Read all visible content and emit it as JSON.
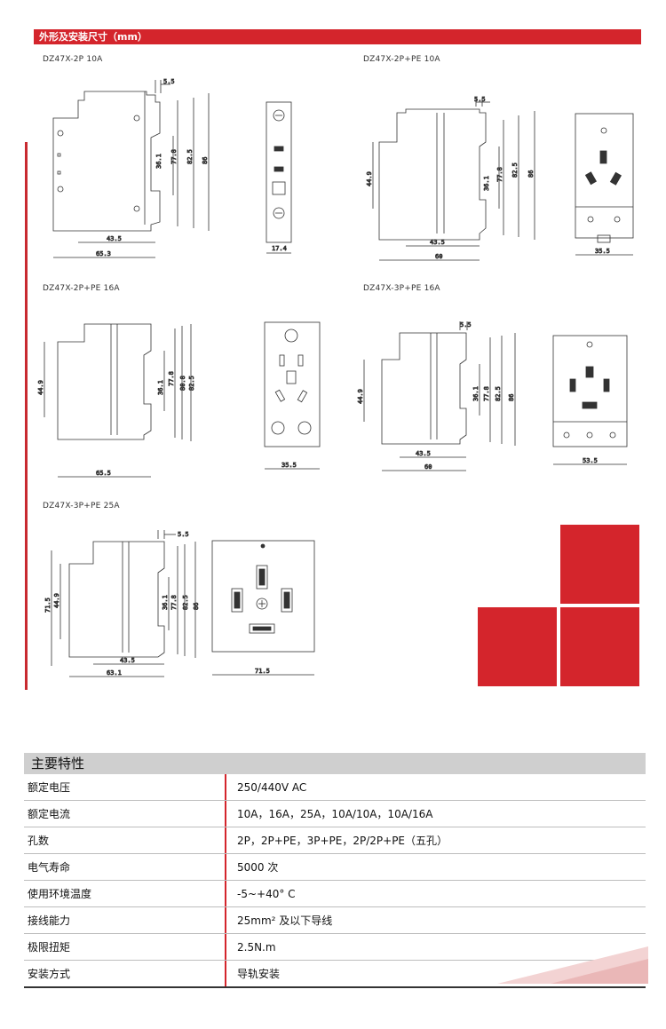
{
  "section_title": "外形及安装尺寸（mm）",
  "models": [
    {
      "id": "m1",
      "label": "DZ47X-2P   10A"
    },
    {
      "id": "m2",
      "label": "DZ47X-2P+PE   10A"
    },
    {
      "id": "m3",
      "label": "DZ47X-2P+PE   16A"
    },
    {
      "id": "m4",
      "label": "DZ47X-3P+PE   16A"
    },
    {
      "id": "m5",
      "label": "DZ47X-3P+PE   25A"
    }
  ],
  "dims": {
    "m1": {
      "top": "5.5",
      "a": "36.1",
      "b": "77.8",
      "c": "82.5",
      "d": "86",
      "w1": "43.5",
      "w2": "65.3",
      "front_w": "17.4"
    },
    "m2": {
      "top": "5.5",
      "h": "44.9",
      "a": "36.1",
      "b": "77.8",
      "c": "82.5",
      "d": "86",
      "w1": "43.5",
      "w2": "60",
      "front_w": "35.5"
    },
    "m3": {
      "h": "44.9",
      "a": "36.1",
      "b": "77.8",
      "c": "80.8",
      "d": "82.5",
      "w2": "65.5",
      "front_w": "35.5"
    },
    "m4": {
      "top": "5.5",
      "h": "44.9",
      "a": "36.1",
      "b": "77.8",
      "c": "82.5",
      "d": "86",
      "w1": "43.5",
      "w2": "60",
      "front_w": "53.5"
    },
    "m5": {
      "top": "5.5",
      "h1": "71.5",
      "h": "44.9",
      "a": "36.1",
      "b": "77.8",
      "c": "82.5",
      "d": "86",
      "w1": "43.5",
      "w2": "63.1",
      "front_w": "71.5"
    }
  },
  "spec": {
    "title": "主要特性",
    "rows": [
      {
        "k": "额定电压",
        "v": "250/440V AC"
      },
      {
        "k": "额定电流",
        "v": "10A，16A，25A，10A/10A，10A/16A"
      },
      {
        "k": "孔数",
        "v": "2P，2P+PE，3P+PE，2P/2P+PE（五孔）"
      },
      {
        "k": "电气寿命",
        "v": "5000 次"
      },
      {
        "k": "使用环境温度",
        "v": "-5~+40° C"
      },
      {
        "k": "接线能力",
        "v": "25mm² 及以下导线"
      },
      {
        "k": "极限扭矩",
        "v": "2.5N.m"
      },
      {
        "k": "安装方式",
        "v": "导轨安装"
      }
    ]
  },
  "colors": {
    "accent": "#d4252c",
    "header_gray": "#cfcfcf"
  }
}
